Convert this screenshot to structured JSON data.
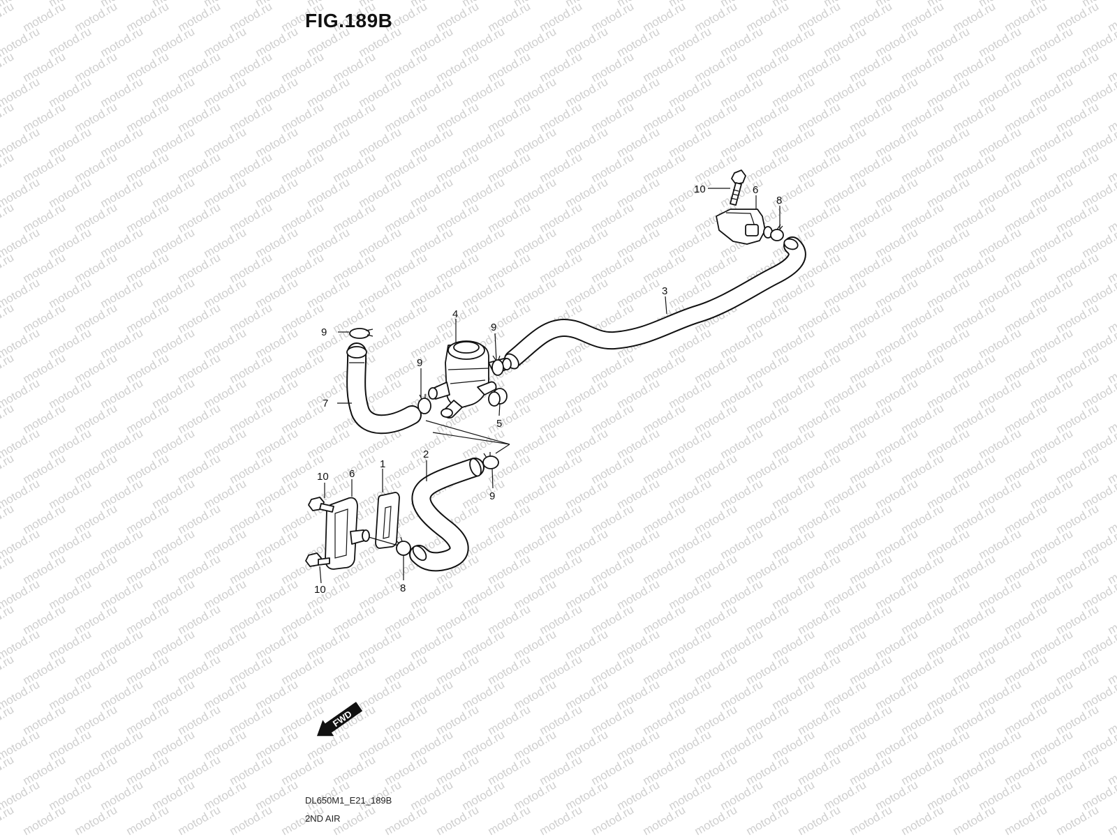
{
  "figure": {
    "title": "FIG.189B",
    "code": "DL650M1_E21_189B",
    "name": "2ND AIR"
  },
  "watermark": {
    "text": "motod.ru",
    "color": "#cfcfcf"
  },
  "fwd_badge": {
    "label": "FWD"
  },
  "callouts": [
    {
      "id": "c10a",
      "label": "10"
    },
    {
      "id": "c6a",
      "label": "6"
    },
    {
      "id": "c8a",
      "label": "8"
    },
    {
      "id": "c3",
      "label": "3"
    },
    {
      "id": "c4",
      "label": "4"
    },
    {
      "id": "c9a",
      "label": "9"
    },
    {
      "id": "c9b",
      "label": "9"
    },
    {
      "id": "c9c",
      "label": "9"
    },
    {
      "id": "c7",
      "label": "7"
    },
    {
      "id": "c5",
      "label": "5"
    },
    {
      "id": "c2",
      "label": "2"
    },
    {
      "id": "c9d",
      "label": "9"
    },
    {
      "id": "c1",
      "label": "1"
    },
    {
      "id": "c6b",
      "label": "6"
    },
    {
      "id": "c10b",
      "label": "10"
    },
    {
      "id": "c10c",
      "label": "10"
    },
    {
      "id": "c8b",
      "label": "8"
    }
  ]
}
